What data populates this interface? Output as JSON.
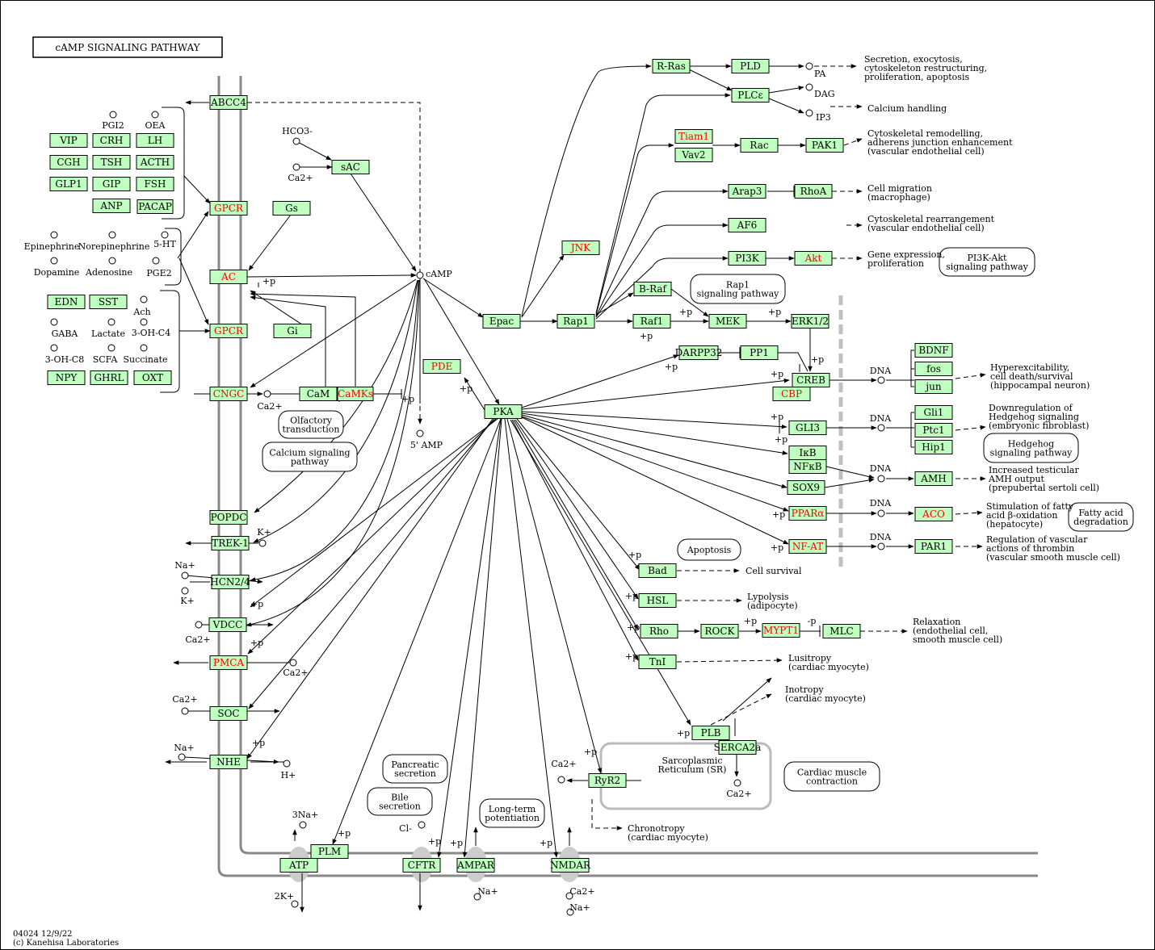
{
  "title": "cAMP SIGNALING PATHWAY",
  "footer": [
    "04024 12/9/22",
    "(c) Kanehisa Laboratories"
  ],
  "colors": {
    "node_fill": "#bfffbf",
    "node_border": "#000000",
    "highlight_text": "#ff0000",
    "membrane": "#888888",
    "dashed_bar": "#c0c0c0"
  },
  "nodes": [
    {
      "id": "ABCC4",
      "label": "ABCC4",
      "red": false
    },
    {
      "id": "GPCR1",
      "label": "GPCR",
      "red": true
    },
    {
      "id": "AC",
      "label": "AC",
      "red": true
    },
    {
      "id": "GPCR2",
      "label": "GPCR",
      "red": true
    },
    {
      "id": "CNGC",
      "label": "CNGC",
      "red": true
    },
    {
      "id": "Gs",
      "label": "Gs",
      "red": false
    },
    {
      "id": "Gi",
      "label": "Gi",
      "red": false
    },
    {
      "id": "sAC",
      "label": "sAC",
      "red": false
    },
    {
      "id": "CaM",
      "label": "CaM",
      "red": false
    },
    {
      "id": "CaMKs",
      "label": "CaMKs",
      "red": true
    },
    {
      "id": "VIP",
      "label": "VIP",
      "red": false
    },
    {
      "id": "CRH",
      "label": "CRH",
      "red": false
    },
    {
      "id": "LH",
      "label": "LH",
      "red": false
    },
    {
      "id": "CGH",
      "label": "CGH",
      "red": false
    },
    {
      "id": "TSH",
      "label": "TSH",
      "red": false
    },
    {
      "id": "ACTH",
      "label": "ACTH",
      "red": false
    },
    {
      "id": "GLP1",
      "label": "GLP1",
      "red": false
    },
    {
      "id": "GIP",
      "label": "GIP",
      "red": false
    },
    {
      "id": "FSH",
      "label": "FSH",
      "red": false
    },
    {
      "id": "ANP",
      "label": "ANP",
      "red": false
    },
    {
      "id": "PACAP",
      "label": "PACAP",
      "red": false
    },
    {
      "id": "EDN",
      "label": "EDN",
      "red": false
    },
    {
      "id": "SST",
      "label": "SST",
      "red": false
    },
    {
      "id": "NPY",
      "label": "NPY",
      "red": false
    },
    {
      "id": "GHRL",
      "label": "GHRL",
      "red": false
    },
    {
      "id": "OXT",
      "label": "OXT",
      "red": false
    },
    {
      "id": "POPDC",
      "label": "POPDC",
      "red": false
    },
    {
      "id": "TREK1",
      "label": "TREK-1",
      "red": false
    },
    {
      "id": "HCN",
      "label": "HCN2/4",
      "red": false
    },
    {
      "id": "VDCC",
      "label": "VDCC",
      "red": false
    },
    {
      "id": "PMCA",
      "label": "PMCA",
      "red": true
    },
    {
      "id": "SOC",
      "label": "SOC",
      "red": false
    },
    {
      "id": "NHE",
      "label": "NHE",
      "red": false
    },
    {
      "id": "ATP",
      "label": "ATP",
      "red": false
    },
    {
      "id": "PLM",
      "label": "PLM",
      "red": false
    },
    {
      "id": "CFTR",
      "label": "CFTR",
      "red": false
    },
    {
      "id": "AMPAR",
      "label": "AMPAR",
      "red": false
    },
    {
      "id": "NMDAR",
      "label": "NMDAR",
      "red": false
    },
    {
      "id": "RyR2",
      "label": "RyR2",
      "red": false
    },
    {
      "id": "PLB",
      "label": "PLB",
      "red": false
    },
    {
      "id": "SERCA2a",
      "label": "SERCA2a",
      "red": false
    },
    {
      "id": "PDE",
      "label": "PDE",
      "red": true
    },
    {
      "id": "PKA",
      "label": "PKA",
      "red": false
    },
    {
      "id": "Epac",
      "label": "Epac",
      "red": false
    },
    {
      "id": "Rap1",
      "label": "Rap1",
      "red": false
    },
    {
      "id": "JNK",
      "label": "JNK",
      "red": true
    },
    {
      "id": "RRas",
      "label": "R-Ras",
      "red": false
    },
    {
      "id": "PLD",
      "label": "PLD",
      "red": false
    },
    {
      "id": "PLCe",
      "label": "PLCε",
      "red": false
    },
    {
      "id": "Tiam1",
      "label": "Tiam1",
      "red": true
    },
    {
      "id": "Vav2",
      "label": "Vav2",
      "red": false
    },
    {
      "id": "Rac",
      "label": "Rac",
      "red": false
    },
    {
      "id": "PAK1",
      "label": "PAK1",
      "red": false
    },
    {
      "id": "Arap3",
      "label": "Arap3",
      "red": false
    },
    {
      "id": "RhoA",
      "label": "RhoA",
      "red": false
    },
    {
      "id": "AF6",
      "label": "AF6",
      "red": false
    },
    {
      "id": "PI3K",
      "label": "PI3K",
      "red": false
    },
    {
      "id": "Akt",
      "label": "Akt",
      "red": true
    },
    {
      "id": "BRaf",
      "label": "B-Raf",
      "red": false
    },
    {
      "id": "Raf1",
      "label": "Raf1",
      "red": false
    },
    {
      "id": "MEK",
      "label": "MEK",
      "red": false
    },
    {
      "id": "ERK",
      "label": "ERK1/2",
      "red": false
    },
    {
      "id": "DARPP32",
      "label": "DARPP32",
      "red": false
    },
    {
      "id": "PP1",
      "label": "PP1",
      "red": false
    },
    {
      "id": "CREB",
      "label": "CREB",
      "red": false
    },
    {
      "id": "CBP",
      "label": "CBP",
      "red": true
    },
    {
      "id": "GLI3",
      "label": "GLI3",
      "red": false
    },
    {
      "id": "IkB",
      "label": "IκB",
      "red": false
    },
    {
      "id": "NFkB",
      "label": "NFκB",
      "red": false
    },
    {
      "id": "SOX9",
      "label": "SOX9",
      "red": false
    },
    {
      "id": "PPARa",
      "label": "PPARα",
      "red": true
    },
    {
      "id": "NFAT",
      "label": "NF-AT",
      "red": true
    },
    {
      "id": "BDNF",
      "label": "BDNF",
      "red": false
    },
    {
      "id": "fos",
      "label": "fos",
      "red": false
    },
    {
      "id": "jun",
      "label": "jun",
      "red": false
    },
    {
      "id": "Gli1",
      "label": "Gli1",
      "red": false
    },
    {
      "id": "Ptc1",
      "label": "Ptc1",
      "red": false
    },
    {
      "id": "Hip1",
      "label": "Hip1",
      "red": false
    },
    {
      "id": "AMH",
      "label": "AMH",
      "red": false
    },
    {
      "id": "ACO",
      "label": "ACO",
      "red": true
    },
    {
      "id": "PAR1",
      "label": "PAR1",
      "red": false
    },
    {
      "id": "Bad",
      "label": "Bad",
      "red": false
    },
    {
      "id": "HSL",
      "label": "HSL",
      "red": false
    },
    {
      "id": "Rho",
      "label": "Rho",
      "red": false
    },
    {
      "id": "ROCK",
      "label": "ROCK",
      "red": false
    },
    {
      "id": "MYPT1",
      "label": "MYPT1",
      "red": true
    },
    {
      "id": "MLC",
      "label": "MLC",
      "red": false
    },
    {
      "id": "TnI",
      "label": "TnI",
      "red": false
    }
  ],
  "pathways": [
    {
      "id": "olfactory",
      "lines": [
        "Olfactory",
        "transduction"
      ]
    },
    {
      "id": "calcium",
      "lines": [
        "Calcium signaling",
        "pathway"
      ]
    },
    {
      "id": "rap1",
      "lines": [
        "Rap1",
        "signaling pathway"
      ]
    },
    {
      "id": "pi3k",
      "lines": [
        "PI3K-Akt",
        "signaling pathway"
      ]
    },
    {
      "id": "hedgehog",
      "lines": [
        "Hedgehog",
        "signaling pathway"
      ]
    },
    {
      "id": "fatty",
      "lines": [
        "Fatty acid",
        "degradation"
      ]
    },
    {
      "id": "apoptosis",
      "lines": [
        "Apoptosis"
      ]
    },
    {
      "id": "pancreatic",
      "lines": [
        "Pancreatic",
        "secretion"
      ]
    },
    {
      "id": "bile",
      "lines": [
        "Bile",
        "secretion"
      ]
    },
    {
      "id": "ltp",
      "lines": [
        "Long-term",
        "potentiation"
      ]
    },
    {
      "id": "cardiac",
      "lines": [
        "Cardiac muscle",
        "contraction"
      ]
    }
  ],
  "labels": [
    {
      "id": "PGI2",
      "lines": [
        "PGI2"
      ]
    },
    {
      "id": "OEA",
      "lines": [
        "OEA"
      ]
    },
    {
      "id": "Epinephrine",
      "lines": [
        "Epinephrine"
      ]
    },
    {
      "id": "Norepinephrine",
      "lines": [
        "Norepinephrine"
      ]
    },
    {
      "id": "5HT",
      "lines": [
        "5-HT"
      ]
    },
    {
      "id": "Dopamine",
      "lines": [
        "Dopamine"
      ]
    },
    {
      "id": "Adenosine",
      "lines": [
        "Adenosine"
      ]
    },
    {
      "id": "PGE2",
      "lines": [
        "PGE2"
      ]
    },
    {
      "id": "GABA",
      "lines": [
        "GABA"
      ]
    },
    {
      "id": "Lactate",
      "lines": [
        "Lactate"
      ]
    },
    {
      "id": "Ach",
      "lines": [
        "Ach"
      ]
    },
    {
      "id": "3OHC4",
      "lines": [
        "3-OH-C4"
      ]
    },
    {
      "id": "3OHC8",
      "lines": [
        "3-OH-C8"
      ]
    },
    {
      "id": "SCFA",
      "lines": [
        "SCFA"
      ]
    },
    {
      "id": "Succinate",
      "lines": [
        "Succinate"
      ]
    },
    {
      "id": "HCO3",
      "lines": [
        "HCO3-"
      ]
    },
    {
      "id": "Ca_sAC",
      "lines": [
        "Ca2+"
      ]
    },
    {
      "id": "cAMP",
      "lines": [
        "cAMP"
      ]
    },
    {
      "id": "AMP5",
      "lines": [
        "5' AMP"
      ]
    },
    {
      "id": "Ca_CNGC",
      "lines": [
        "Ca2+"
      ]
    },
    {
      "id": "PA",
      "lines": [
        "PA"
      ]
    },
    {
      "id": "DAG",
      "lines": [
        "DAG"
      ]
    },
    {
      "id": "IP3",
      "lines": [
        "IP3"
      ]
    },
    {
      "id": "o_secretion",
      "lines": [
        "Secretion, exocytosis,",
        "cytoskeleton restructuring,",
        "proliferation, apoptosis"
      ]
    },
    {
      "id": "o_calcium",
      "lines": [
        "Calcium handling"
      ]
    },
    {
      "id": "o_cytoskel",
      "lines": [
        "Cytoskeletal remodelling,",
        "adherens junction enhancement",
        "(vascular endothelial cell)"
      ]
    },
    {
      "id": "o_migration",
      "lines": [
        "Cell migration",
        "(macrophage)"
      ]
    },
    {
      "id": "o_rearr",
      "lines": [
        "Cytoskeletal rearrangement",
        "(vascular endothelial cell)"
      ]
    },
    {
      "id": "o_gene",
      "lines": [
        "Gene expression,",
        "proliferation"
      ]
    },
    {
      "id": "o_hyper",
      "lines": [
        "Hyperexcitability,",
        "cell death/survival",
        "(hippocampal neuron)"
      ]
    },
    {
      "id": "o_downreg",
      "lines": [
        "Downregulation of",
        "Hedgehog signaling",
        "(embryonic fibroblast)"
      ]
    },
    {
      "id": "o_amh",
      "lines": [
        "Increased testicular",
        "AMH output",
        "(prepubertal sertoli cell)"
      ]
    },
    {
      "id": "o_fatty",
      "lines": [
        "Stimulation of fatty",
        "acid β-oxidation",
        "(hepatocyte)"
      ]
    },
    {
      "id": "o_vascular",
      "lines": [
        "Regulation of vascular",
        "actions of thrombin",
        "(vascular smooth muscle cell)"
      ]
    },
    {
      "id": "o_survival",
      "lines": [
        "Cell survival"
      ]
    },
    {
      "id": "o_lipolysis",
      "lines": [
        "Lypolysis",
        "(adipocyte)"
      ]
    },
    {
      "id": "o_relax",
      "lines": [
        "Relaxation",
        "(endothelial cell,",
        "smooth muscle cell)"
      ]
    },
    {
      "id": "o_lusitropy",
      "lines": [
        "Lusitropy",
        "(cardiac myocyte)"
      ]
    },
    {
      "id": "o_inotropy",
      "lines": [
        "Inotropy",
        "(cardiac myocyte)"
      ]
    },
    {
      "id": "o_chronotropy",
      "lines": [
        "Chronotropy",
        "(cardiac myocyte)"
      ]
    },
    {
      "id": "SR",
      "lines": [
        "Sarcoplasmic",
        "Reticulum (SR)"
      ]
    },
    {
      "id": "DNA1",
      "lines": [
        "DNA"
      ]
    },
    {
      "id": "DNA2",
      "lines": [
        "DNA"
      ]
    },
    {
      "id": "DNA3",
      "lines": [
        "DNA"
      ]
    },
    {
      "id": "DNA4",
      "lines": [
        "DNA"
      ]
    },
    {
      "id": "DNA5",
      "lines": [
        "DNA"
      ]
    },
    {
      "id": "K_trek",
      "lines": [
        "K+"
      ]
    },
    {
      "id": "Na_hcn",
      "lines": [
        "Na+"
      ]
    },
    {
      "id": "K_hcn",
      "lines": [
        "K+"
      ]
    },
    {
      "id": "Ca_vdcc",
      "lines": [
        "Ca2+"
      ]
    },
    {
      "id": "Ca_pmca",
      "lines": [
        "Ca2+"
      ]
    },
    {
      "id": "Ca_soc",
      "lines": [
        "Ca2+"
      ]
    },
    {
      "id": "Na_nhe",
      "lines": [
        "Na+"
      ]
    },
    {
      "id": "H_nhe",
      "lines": [
        "H+"
      ]
    },
    {
      "id": "Na3",
      "lines": [
        "3Na+"
      ]
    },
    {
      "id": "K2",
      "lines": [
        "2K+"
      ]
    },
    {
      "id": "Cl",
      "lines": [
        "Cl-"
      ]
    },
    {
      "id": "Na_ampar",
      "lines": [
        "Na+"
      ]
    },
    {
      "id": "Ca_nmdar",
      "lines": [
        "Ca2+"
      ]
    },
    {
      "id": "Na_nmdar",
      "lines": [
        "Na+"
      ]
    },
    {
      "id": "Ca_ryr",
      "lines": [
        "Ca2+"
      ]
    },
    {
      "id": "Ca_sr",
      "lines": [
        "Ca2+"
      ]
    }
  ],
  "mods": {
    "p": "+p",
    "dp": "-p"
  }
}
